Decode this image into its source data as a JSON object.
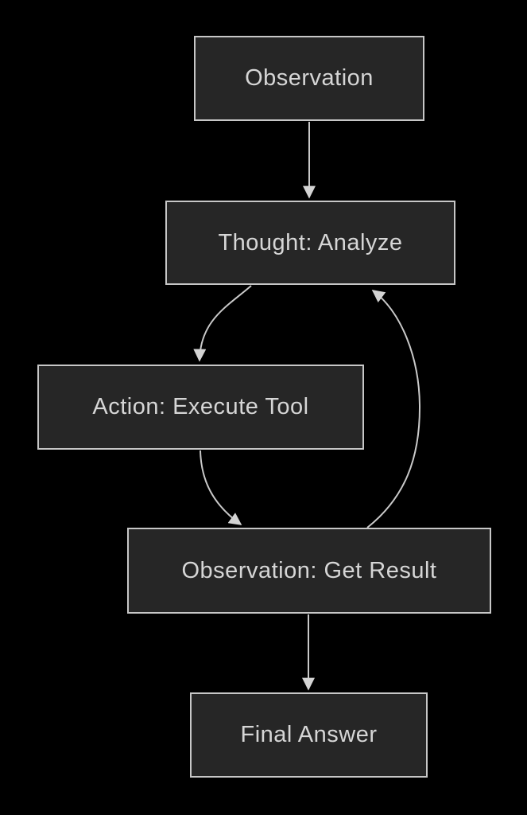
{
  "diagram": {
    "type": "flowchart",
    "background_color": "#000000",
    "node_fill_color": "#262626",
    "node_border_color": "#c7c7c7",
    "node_text_color": "#d6d6d6",
    "arrow_color": "#c9c9c9",
    "nodes": [
      {
        "id": "observation",
        "label": "Observation"
      },
      {
        "id": "thought",
        "label": "Thought: Analyze"
      },
      {
        "id": "action",
        "label": "Action: Execute Tool"
      },
      {
        "id": "observation_result",
        "label": "Observation: Get Result"
      },
      {
        "id": "final_answer",
        "label": "Final Answer"
      }
    ],
    "edges": [
      {
        "from": "observation",
        "to": "thought"
      },
      {
        "from": "thought",
        "to": "action"
      },
      {
        "from": "action",
        "to": "observation_result"
      },
      {
        "from": "observation_result",
        "to": "thought"
      },
      {
        "from": "observation_result",
        "to": "final_answer"
      }
    ]
  }
}
